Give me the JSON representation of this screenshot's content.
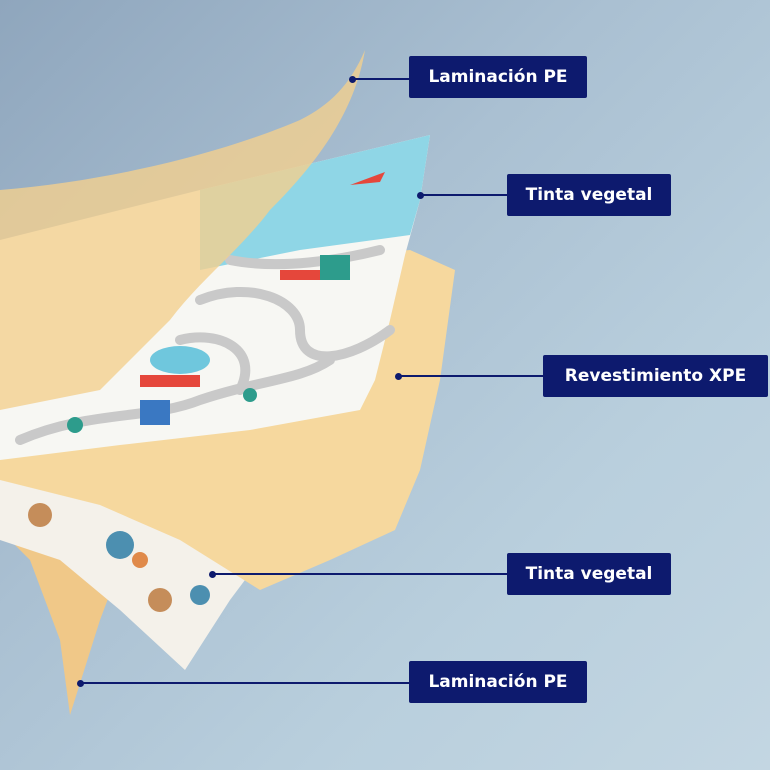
{
  "labels": [
    {
      "text": "Laminación PE"
    },
    {
      "text": "Tinta vegetal"
    },
    {
      "text": "Revestimiento XPE"
    },
    {
      "text": "Tinta vegetal"
    },
    {
      "text": "Laminación PE"
    }
  ],
  "colors": {
    "label_bg": "#0d1a6e",
    "pe_layer": "#f3cf8f",
    "xpe_layer": "#f6d89e",
    "ink_layer_sky": "#8fd6e6",
    "ink_layer_ground": "#f7f7f3"
  }
}
